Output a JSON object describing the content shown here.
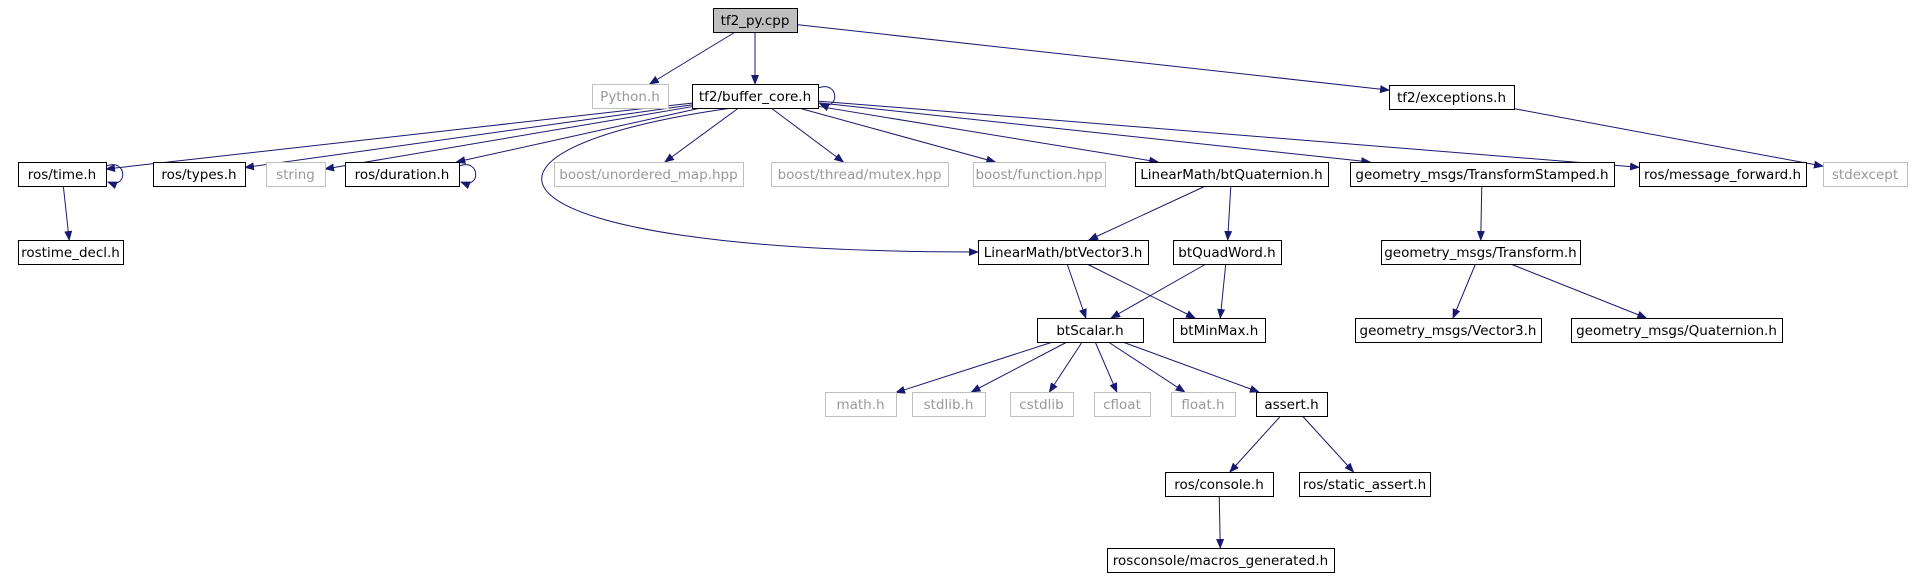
{
  "colors": {
    "edge": "#191970",
    "node_border": "#000000",
    "external_border": "#bfbfbf",
    "external_text": "#999999",
    "root_fill": "#bfbfbf",
    "text": "#000000"
  },
  "nodes": [
    {
      "id": "root",
      "label": "tf2_py.cpp",
      "kind": "root"
    },
    {
      "id": "python",
      "label": "Python.h",
      "kind": "external"
    },
    {
      "id": "buffer_core",
      "label": "tf2/buffer_core.h",
      "kind": "documented"
    },
    {
      "id": "exceptions",
      "label": "tf2/exceptions.h",
      "kind": "documented"
    },
    {
      "id": "ros_time",
      "label": "ros/time.h",
      "kind": "documented"
    },
    {
      "id": "ros_types",
      "label": "ros/types.h",
      "kind": "documented"
    },
    {
      "id": "string",
      "label": "string",
      "kind": "external"
    },
    {
      "id": "ros_duration",
      "label": "ros/duration.h",
      "kind": "documented"
    },
    {
      "id": "unordered_map",
      "label": "boost/unordered_map.hpp",
      "kind": "external"
    },
    {
      "id": "mutex",
      "label": "boost/thread/mutex.hpp",
      "kind": "external"
    },
    {
      "id": "function",
      "label": "boost/function.hpp",
      "kind": "external"
    },
    {
      "id": "btQuaternion",
      "label": "LinearMath/btQuaternion.h",
      "kind": "documented"
    },
    {
      "id": "tfStamped",
      "label": "geometry_msgs/TransformStamped.h",
      "kind": "documented"
    },
    {
      "id": "msg_forward",
      "label": "ros/message_forward.h",
      "kind": "documented"
    },
    {
      "id": "stdexcept",
      "label": "stdexcept",
      "kind": "external"
    },
    {
      "id": "rostime_decl",
      "label": "rostime_decl.h",
      "kind": "documented"
    },
    {
      "id": "btVector3",
      "label": "LinearMath/btVector3.h",
      "kind": "documented"
    },
    {
      "id": "btQuadWord",
      "label": "btQuadWord.h",
      "kind": "documented"
    },
    {
      "id": "tf",
      "label": "geometry_msgs/Transform.h",
      "kind": "documented"
    },
    {
      "id": "btScalar",
      "label": "btScalar.h",
      "kind": "documented"
    },
    {
      "id": "btMinMax",
      "label": "btMinMax.h",
      "kind": "documented"
    },
    {
      "id": "vector3",
      "label": "geometry_msgs/Vector3.h",
      "kind": "documented"
    },
    {
      "id": "quaternion",
      "label": "geometry_msgs/Quaternion.h",
      "kind": "documented"
    },
    {
      "id": "math",
      "label": "math.h",
      "kind": "external"
    },
    {
      "id": "stdlib",
      "label": "stdlib.h",
      "kind": "external"
    },
    {
      "id": "cstdlib",
      "label": "cstdlib",
      "kind": "external"
    },
    {
      "id": "cfloat",
      "label": "cfloat",
      "kind": "external"
    },
    {
      "id": "float",
      "label": "float.h",
      "kind": "external"
    },
    {
      "id": "assert",
      "label": "assert.h",
      "kind": "documented"
    },
    {
      "id": "console",
      "label": "ros/console.h",
      "kind": "documented"
    },
    {
      "id": "static_assert",
      "label": "ros/static_assert.h",
      "kind": "documented"
    },
    {
      "id": "macros",
      "label": "rosconsole/macros_generated.h",
      "kind": "documented"
    }
  ],
  "edges": [
    {
      "from": "root",
      "to": "python"
    },
    {
      "from": "root",
      "to": "buffer_core"
    },
    {
      "from": "root",
      "to": "exceptions"
    },
    {
      "from": "buffer_core",
      "to": "buffer_core"
    },
    {
      "from": "buffer_core",
      "to": "ros_time"
    },
    {
      "from": "buffer_core",
      "to": "ros_types"
    },
    {
      "from": "buffer_core",
      "to": "string"
    },
    {
      "from": "buffer_core",
      "to": "ros_duration"
    },
    {
      "from": "buffer_core",
      "to": "unordered_map"
    },
    {
      "from": "buffer_core",
      "to": "mutex"
    },
    {
      "from": "buffer_core",
      "to": "function"
    },
    {
      "from": "buffer_core",
      "to": "btQuaternion"
    },
    {
      "from": "buffer_core",
      "to": "tfStamped"
    },
    {
      "from": "buffer_core",
      "to": "msg_forward"
    },
    {
      "from": "buffer_core",
      "to": "btVector3"
    },
    {
      "from": "exceptions",
      "to": "stdexcept"
    },
    {
      "from": "ros_time",
      "to": "ros_time"
    },
    {
      "from": "ros_time",
      "to": "rostime_decl"
    },
    {
      "from": "ros_duration",
      "to": "ros_duration"
    },
    {
      "from": "btQuaternion",
      "to": "btVector3"
    },
    {
      "from": "btQuaternion",
      "to": "btQuadWord"
    },
    {
      "from": "tfStamped",
      "to": "tf"
    },
    {
      "from": "btVector3",
      "to": "btScalar"
    },
    {
      "from": "btVector3",
      "to": "btMinMax"
    },
    {
      "from": "btQuadWord",
      "to": "btScalar"
    },
    {
      "from": "btQuadWord",
      "to": "btMinMax"
    },
    {
      "from": "tf",
      "to": "vector3"
    },
    {
      "from": "tf",
      "to": "quaternion"
    },
    {
      "from": "btScalar",
      "to": "math"
    },
    {
      "from": "btScalar",
      "to": "stdlib"
    },
    {
      "from": "btScalar",
      "to": "cstdlib"
    },
    {
      "from": "btScalar",
      "to": "cfloat"
    },
    {
      "from": "btScalar",
      "to": "float"
    },
    {
      "from": "btScalar",
      "to": "assert"
    },
    {
      "from": "assert",
      "to": "console"
    },
    {
      "from": "assert",
      "to": "static_assert"
    },
    {
      "from": "console",
      "to": "macros"
    }
  ]
}
